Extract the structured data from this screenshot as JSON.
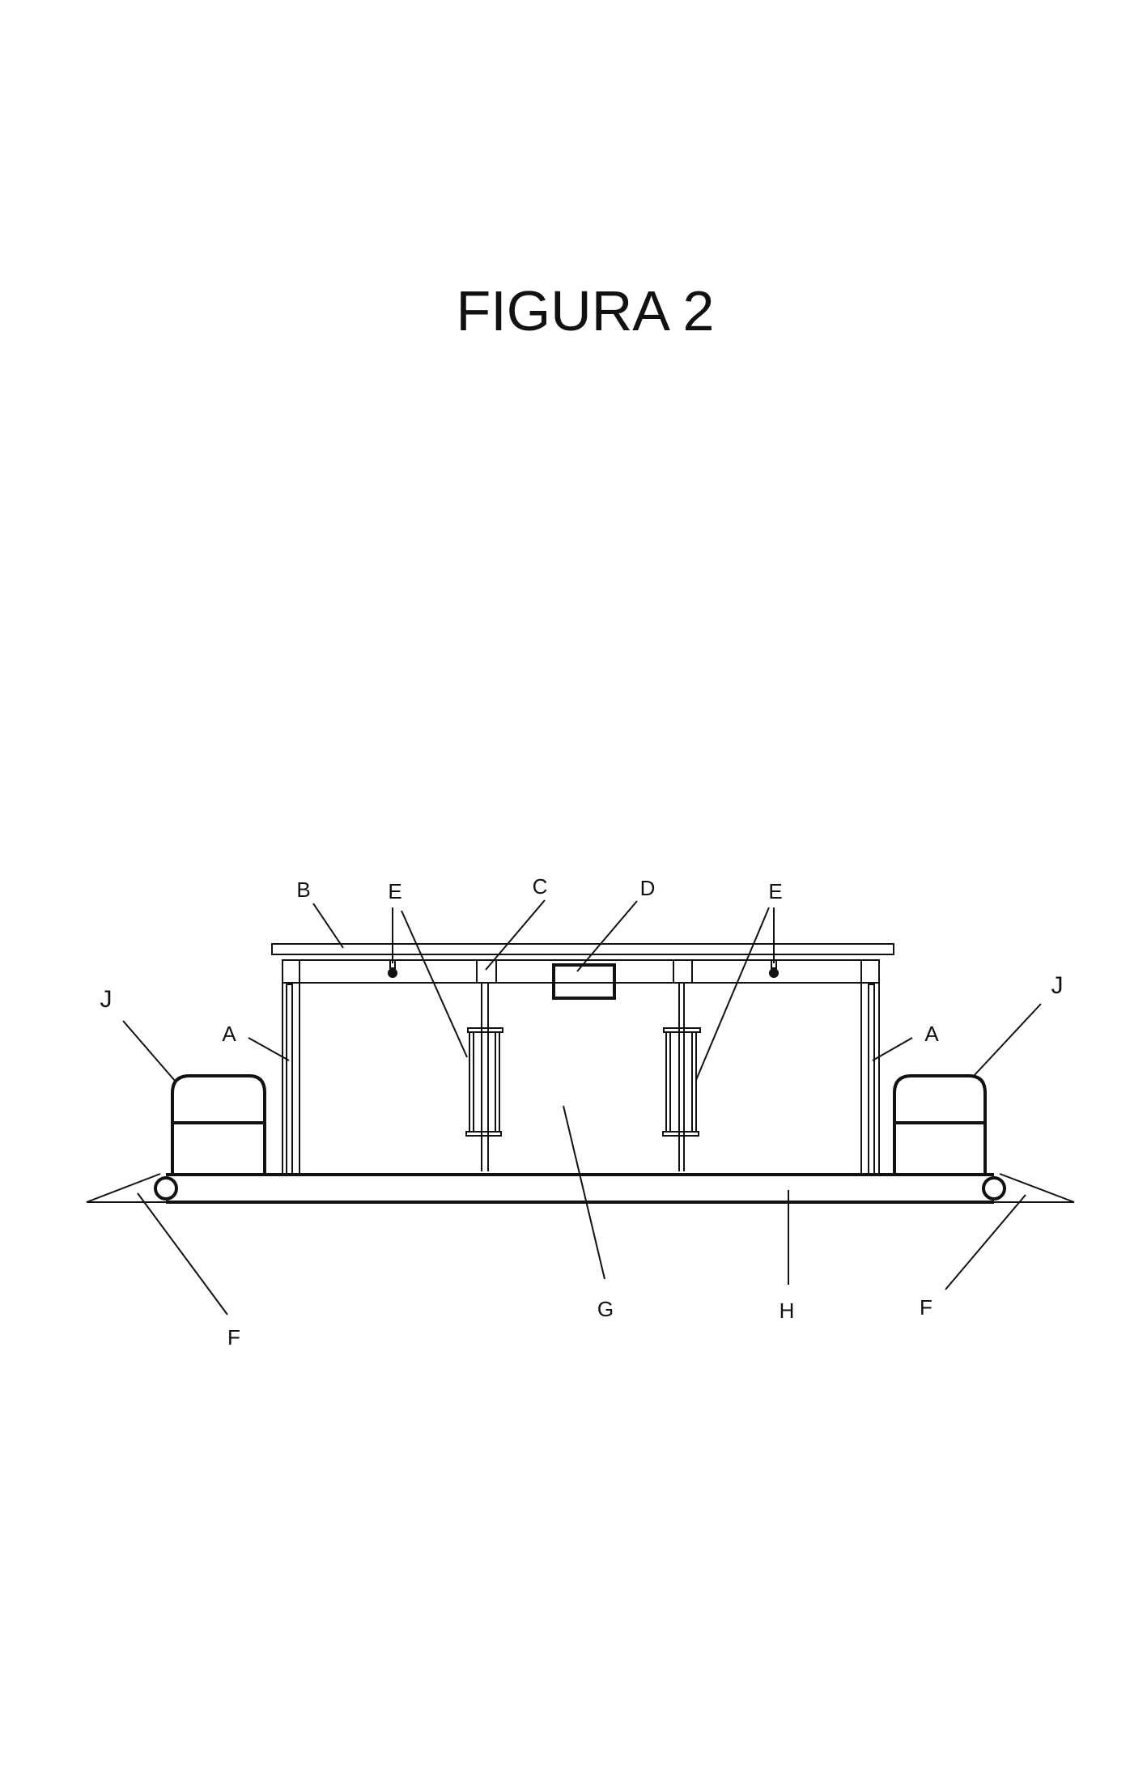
{
  "figure": {
    "title": "FIGURA 2",
    "labels": {
      "A_left": "A",
      "A_right": "A",
      "B": "B",
      "C": "C",
      "D": "D",
      "E_left": "E",
      "E_right": "E",
      "F_left": "F",
      "F_right": "F",
      "G": "G",
      "H": "H",
      "J_left": "J",
      "J_right": "J"
    }
  }
}
